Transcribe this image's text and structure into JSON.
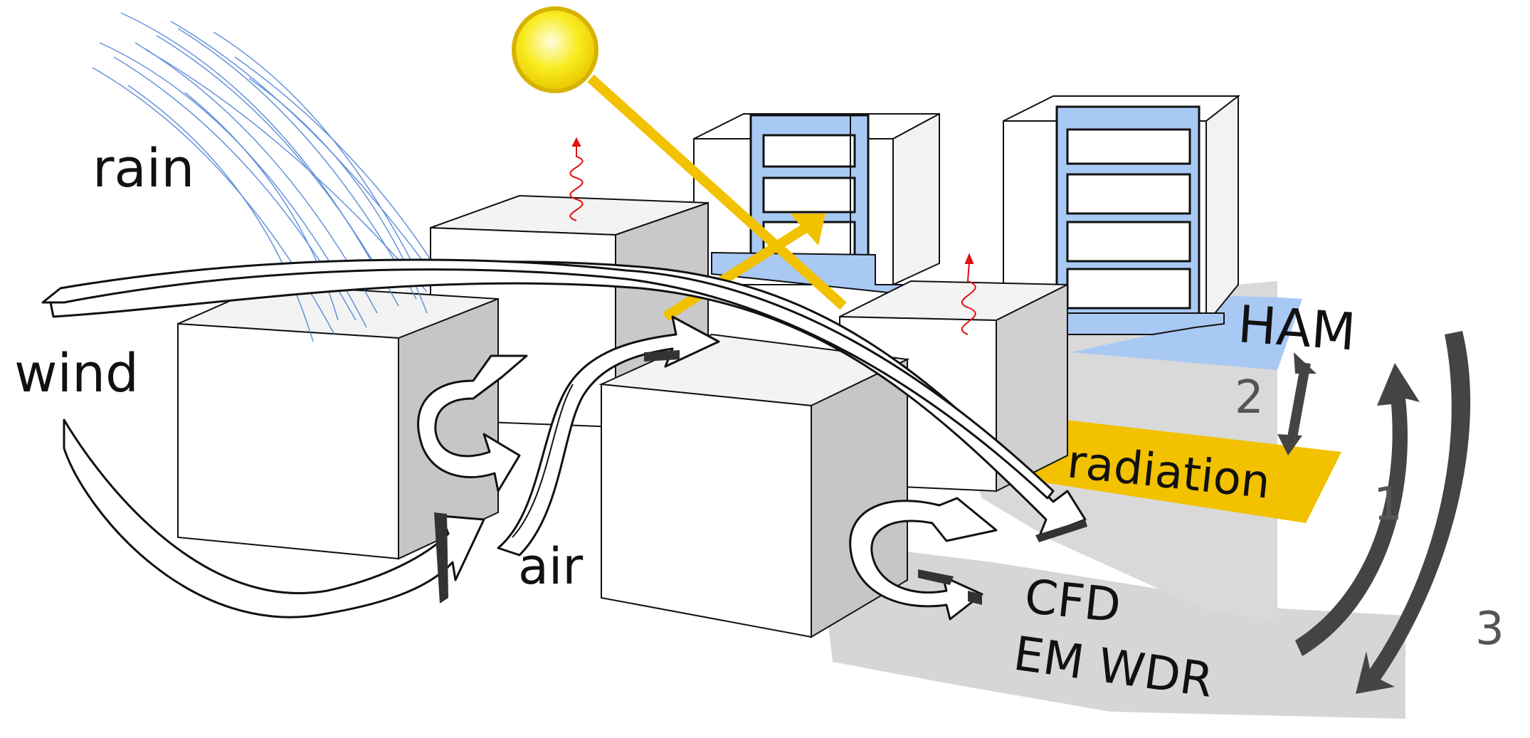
{
  "labels": {
    "rain": "rain",
    "wind": "wind",
    "air": "air",
    "ham": "HAM",
    "radiation": "radiation",
    "cfd": "CFD",
    "em_wdr": "EM WDR"
  },
  "coupling_numbers": {
    "one": "1",
    "two": "2",
    "three": "3"
  },
  "colors": {
    "ham_layer": "#a9c9f5",
    "radiation_layer": "#f2c100",
    "cfd_layer": "#d3d3d3",
    "sun": "#f7e600",
    "sun_ray": "#f2c100",
    "rain": "#4a7fd6",
    "heat_wave": "#e01010",
    "coupling_arrow": "#444444",
    "outline": "#111111"
  }
}
